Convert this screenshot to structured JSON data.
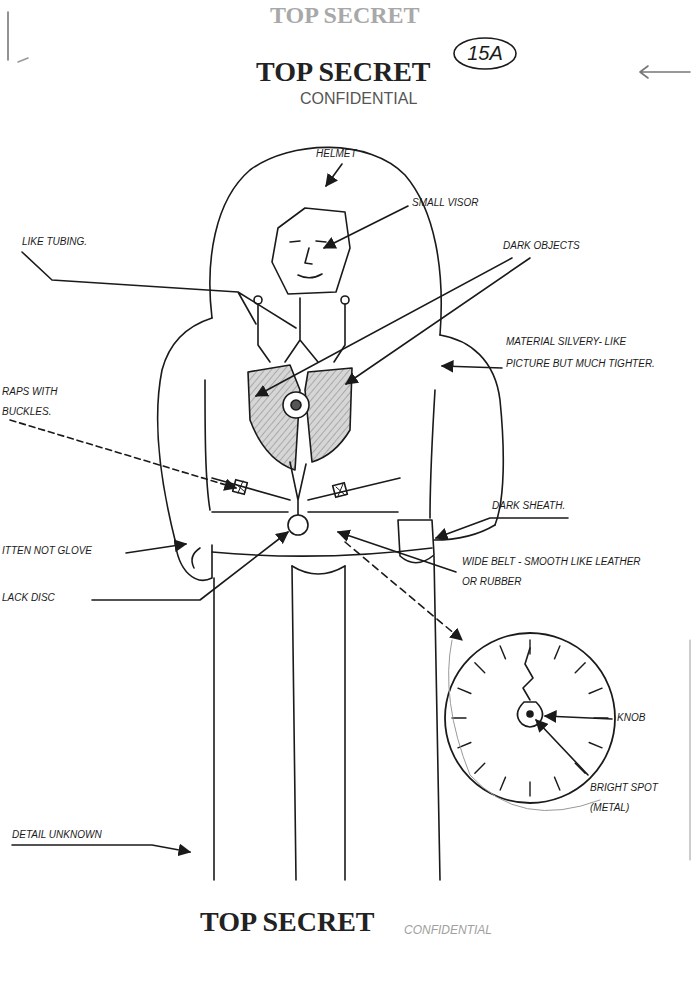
{
  "diagram": {
    "nodes": [
      {
        "text": [
          "15A"
        ]
      }
    ],
    "labels": [
      "TOP SECRET",
      "TOP SECRET",
      "CONFIDENTIAL",
      "HELMET",
      "SMALL VISOR",
      "LIKE TUBING.",
      "DARK OBJECTS",
      "MATERIAL SILVERY- LIKE PICTURE BUT MUCH TIGHTER.",
      "RAPS WITH BUCKLES.",
      "DARK SHEATH.",
      "ITTEN NOT GLOVE",
      "WIDE BELT - SMOOTH LIKE LEATHER OR RUBBER",
      "LACK DISC",
      "KNOB",
      "BRIGHT SPOT (METAL)",
      "DETAIL UNKNOWN",
      "TOP SECRET",
      "CONFIDENTIAL"
    ]
  }
}
